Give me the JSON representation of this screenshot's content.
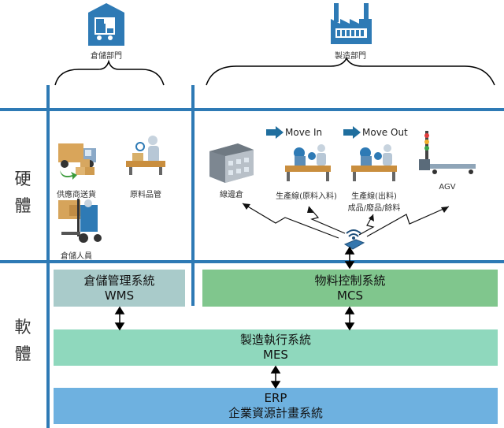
{
  "departments": {
    "warehouse": {
      "label": "倉儲部門",
      "icon": "forklift-warehouse-icon"
    },
    "manufacturing": {
      "label": "製造部門",
      "icon": "factory-icon"
    }
  },
  "layers": {
    "hardware": {
      "char1": "硬",
      "char2": "體"
    },
    "software": {
      "char1": "軟",
      "char2": "體"
    }
  },
  "hardware": {
    "supplier": {
      "label": "供應商送貨",
      "icon": "delivery-truck-icon"
    },
    "qc": {
      "label": "原料品管",
      "icon": "inspection-worker-icon"
    },
    "staff": {
      "label": "倉儲人員",
      "icon": "forklift-worker-icon"
    },
    "lineside": {
      "label": "線邊倉",
      "icon": "building-icon"
    },
    "move_in": {
      "tag": "Move In",
      "label": "生產線(原料入料)"
    },
    "move_out": {
      "tag": "Move Out",
      "label1": "生產線(出料)",
      "label2": "成品/廢品/餘料"
    },
    "agv": {
      "label": "AGV",
      "icon": "agv-cart-icon"
    },
    "router": {
      "icon": "wireless-router-icon"
    }
  },
  "software": {
    "wms": {
      "name": "倉儲管理系統",
      "abbr": "WMS",
      "color": "#a9cbca"
    },
    "mcs": {
      "name": "物料控制系統",
      "abbr": "MCS",
      "color": "#80c68d"
    },
    "mes": {
      "name": "製造執行系統",
      "abbr": "MES",
      "color": "#8fd8bd"
    },
    "erp": {
      "abbr": "ERP",
      "name": "企業資源計畫系統",
      "color": "#6eb1e0"
    }
  },
  "colors": {
    "grid_line": "#2e7ab5",
    "icon_blue": "#2e7ab5"
  }
}
